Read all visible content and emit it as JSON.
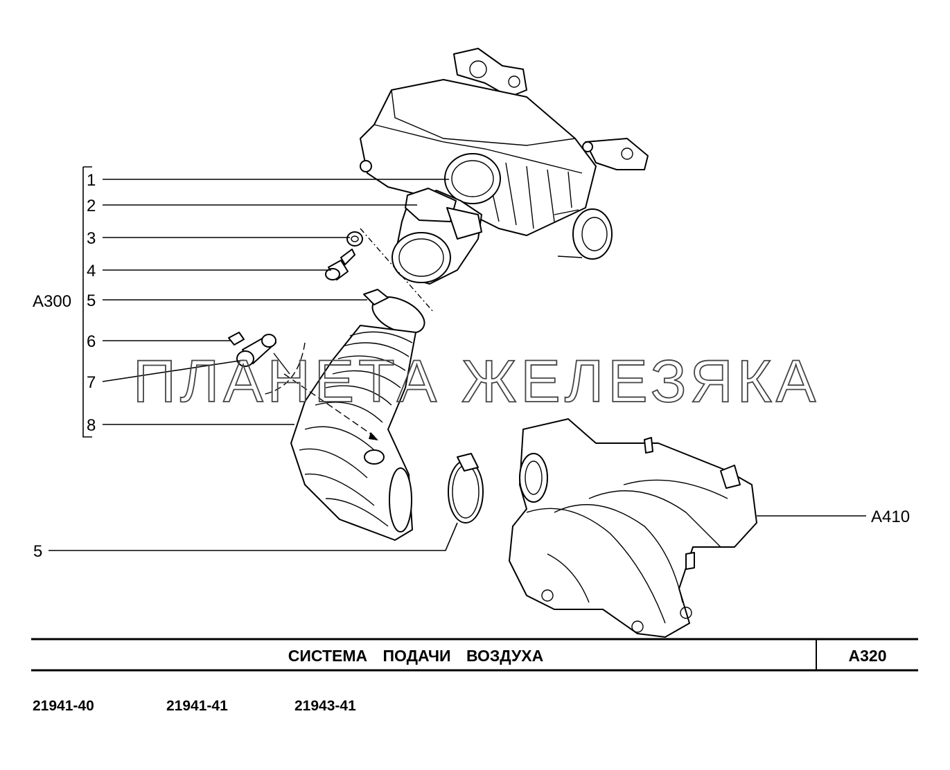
{
  "watermark": "ПЛАНЕТА ЖЕЛЕЗЯКА",
  "group_label": "А300",
  "callouts": [
    "1",
    "2",
    "3",
    "4",
    "5",
    "6",
    "7",
    "8",
    "5"
  ],
  "assembly_label": "А410",
  "title_block": {
    "title": "СИСТЕМА ПОДАЧИ ВОЗДУХА",
    "code": "А320"
  },
  "models": [
    "21941-40",
    "21941-41",
    "21943-41"
  ]
}
